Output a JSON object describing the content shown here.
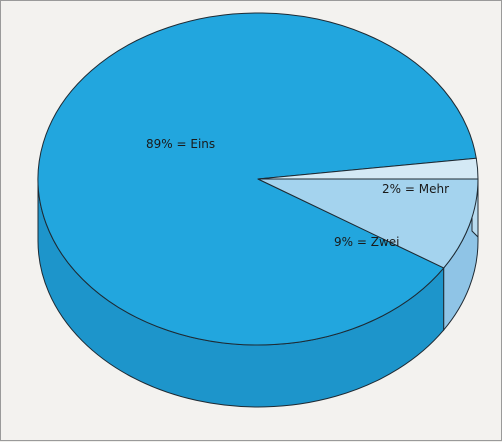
{
  "chart_data": {
    "type": "pie",
    "title": "",
    "style": "3d",
    "slices": [
      {
        "label": "89% = Eins",
        "name": "Eins",
        "value": 89,
        "color": "#22a6de"
      },
      {
        "label": "9% = Zwei",
        "name": "Zwei",
        "value": 9,
        "color": "#a4d3ee"
      },
      {
        "label": "2% = Mehr",
        "name": "Mehr",
        "value": 2,
        "color": "#d4e9f5"
      }
    ],
    "side_colors": [
      "#1d95cb",
      "#8fc4e6",
      "#b9dcf0"
    ],
    "outline_color": "#1e2a33"
  }
}
